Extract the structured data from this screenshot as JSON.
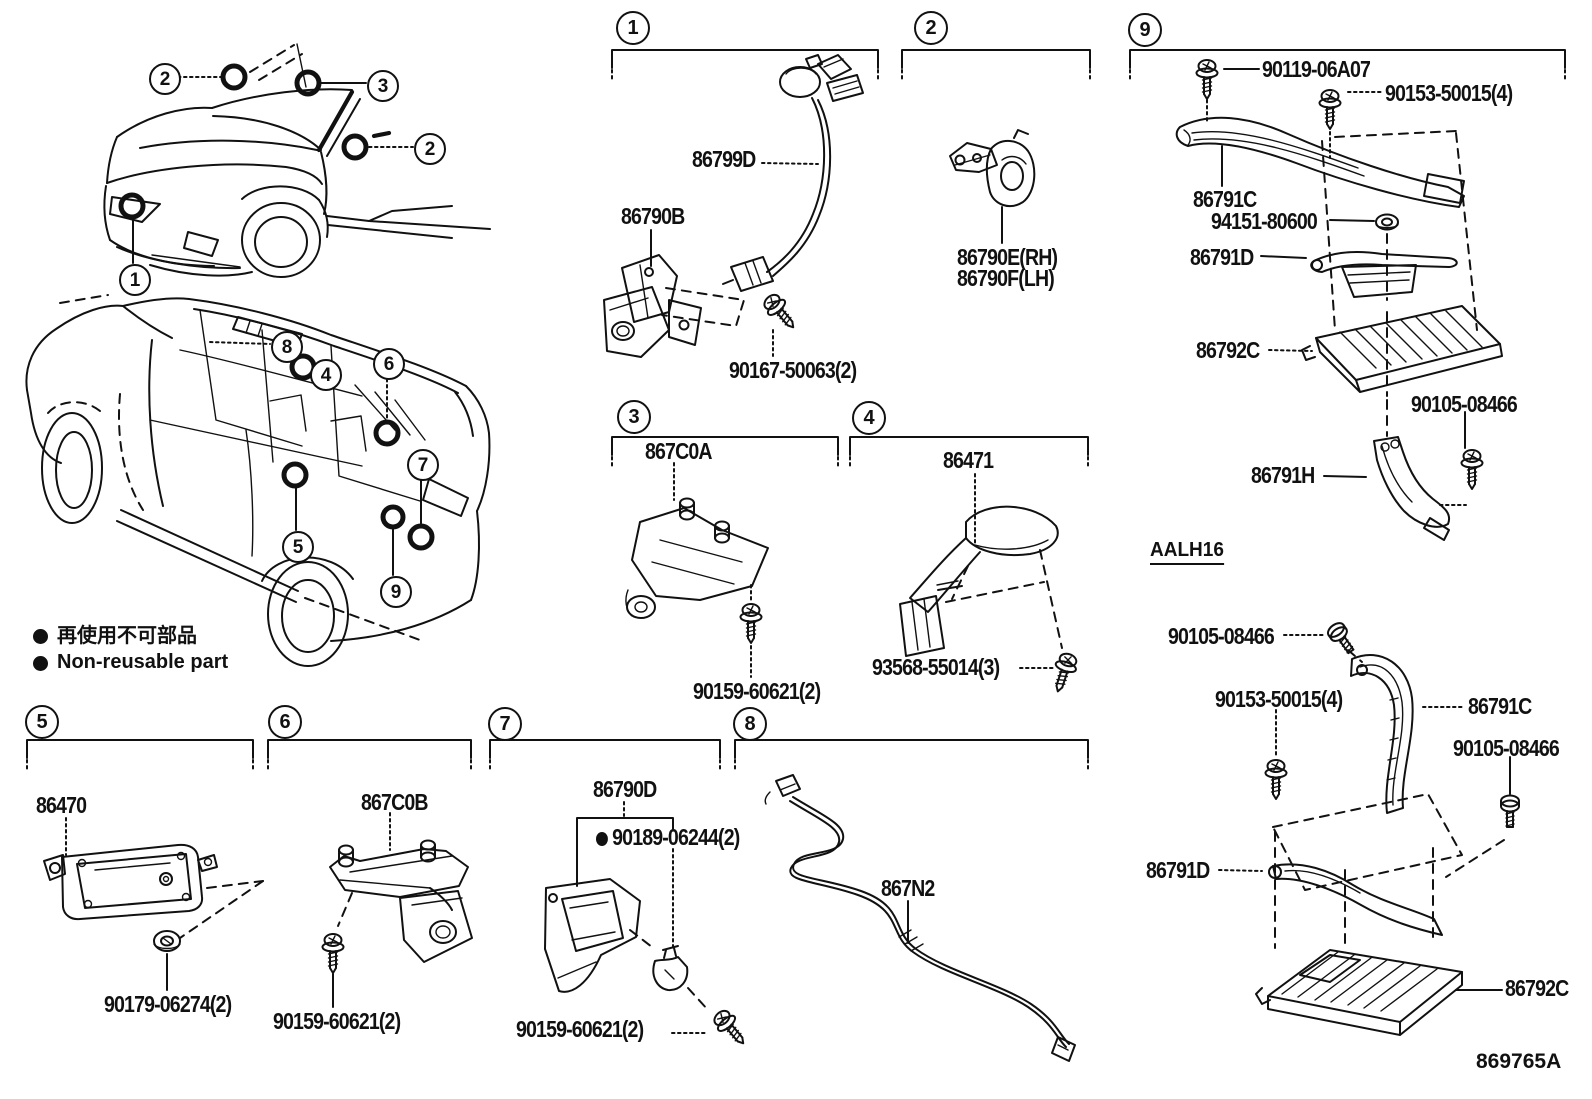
{
  "legend": {
    "jp": "再使用不可部品",
    "en": "Non-reusable part"
  },
  "figure_code": "869765A",
  "ref_code": "AALH16",
  "section_numbers": {
    "s1": "1",
    "s2": "2",
    "s3": "3",
    "s4": "4",
    "s5": "5",
    "s6": "6",
    "s7": "7",
    "s8": "8",
    "s9": "9"
  },
  "car_callouts": {
    "front": [
      "2",
      "3",
      "2",
      "1"
    ],
    "rear": [
      "8",
      "4",
      "6",
      "7",
      "5",
      "9"
    ]
  },
  "parts": {
    "p86799D": "86799D",
    "p86790B": "86790B",
    "p90167": "90167-50063(2)",
    "p86790E_RH": "86790E(RH)",
    "p86790F_LH": "86790F(LH)",
    "p90119": "90119-06A07",
    "p90153": "90153-50015(4)",
    "p86791C": "86791C",
    "p94151": "94151-80600",
    "p86791D": "86791D",
    "p86792C": "86792C",
    "p90105": "90105-08466",
    "p86791H": "86791H",
    "p867C0A": "867C0A",
    "p90159": "90159-60621(2)",
    "p86471": "86471",
    "p93568": "93568-55014(3)",
    "p86470": "86470",
    "p90179": "90179-06274(2)",
    "p867C0B": "867C0B",
    "p86790D": "86790D",
    "p90189": "90189-06244(2)",
    "p867N2": "867N2"
  }
}
